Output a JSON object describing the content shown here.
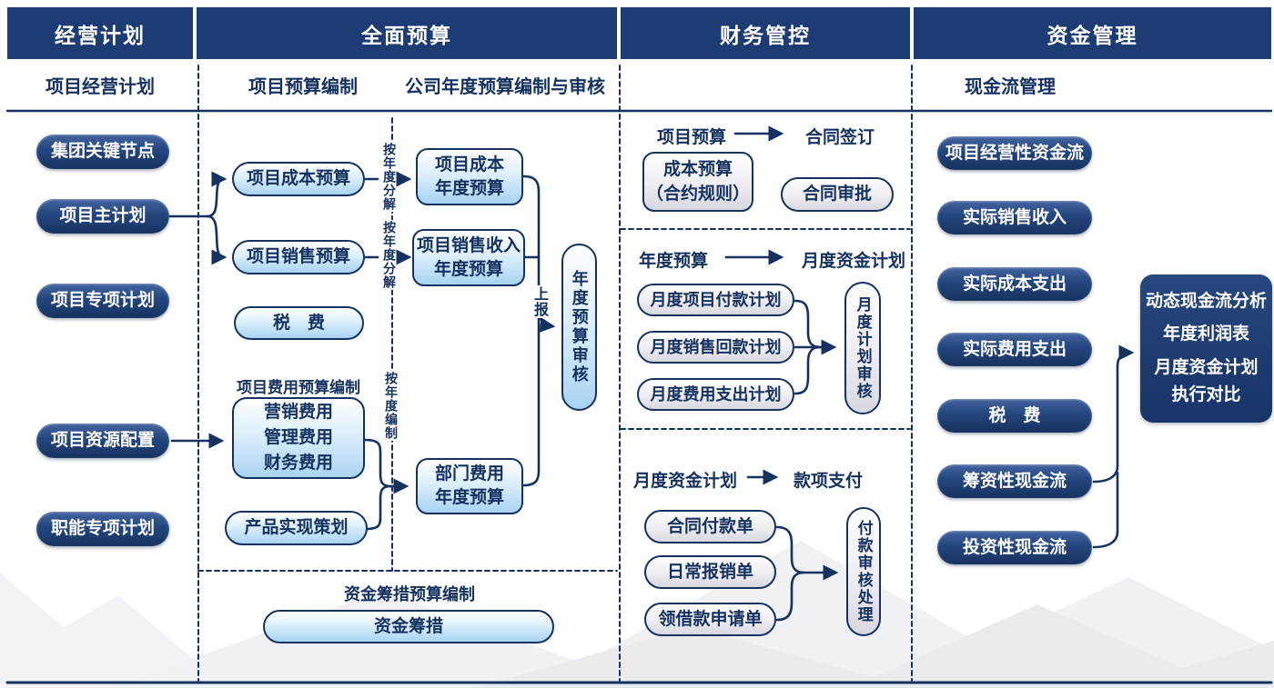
{
  "colors": {
    "navy": "#14315f",
    "header_bg": "#1e3c74",
    "light_blue": "#a9d3f3",
    "gray_fill": "#d7d8e0"
  },
  "header": {
    "columns": [
      "经营计划",
      "全面预算",
      "财务管控",
      "资金管理"
    ]
  },
  "subheaders": {
    "col1": "项目经营计划",
    "col2a": "项目预算编制",
    "col2b": "公司年度预算编制与审核",
    "col4": "现金流管理"
  },
  "business_plan": {
    "items": [
      "集团关键节点",
      "项目主计划",
      "项目专项计划",
      "项目资源配置",
      "职能专项计划"
    ]
  },
  "project_budget": {
    "cost_pill": "项目成本预算",
    "sales_pill": "项目销售预算",
    "tax_pill": "税　费",
    "fee_section_label": "项目费用预算编制",
    "fee_box": [
      "营销费用",
      "管理费用",
      "财务费用"
    ],
    "product_pill": "产品实现策划"
  },
  "annual_budget": {
    "cost_box": [
      "项目成本",
      "年度预算"
    ],
    "sales_box": [
      "项目销售收入",
      "年度预算"
    ],
    "dept_box": [
      "部门费用",
      "年度预算"
    ],
    "review_capsule": "年度预算审核",
    "decompose_label_1": "按年度分解",
    "decompose_label_2": "按年度分解",
    "compile_label": "按年度编制",
    "report_label": "上报"
  },
  "funding": {
    "section_label": "资金筹措预算编制",
    "pill": "资金筹措"
  },
  "finance_control": {
    "section1": {
      "from": "项目预算",
      "to": "合同签订",
      "box": [
        "成本预算",
        "（合约规则）"
      ],
      "pill": "合同审批"
    },
    "section2": {
      "from": "年度预算",
      "to": "月度资金计划",
      "pills": [
        "月度项目付款计划",
        "月度销售回款计划",
        "月度费用支出计划"
      ],
      "capsule": "月度计划审核"
    },
    "section3": {
      "from": "月度资金计划",
      "to": "款项支付",
      "pills": [
        "合同付款单",
        "日常报销单",
        "领借款申请单"
      ],
      "capsule": "付款审核处理"
    }
  },
  "cash_management": {
    "pills": [
      "项目经营性资金流",
      "实际销售收入",
      "实际成本支出",
      "实际费用支出",
      "税　费",
      "筹资性现金流",
      "投资性现金流"
    ],
    "analysis_box": [
      "动态现金流分析",
      "年度利润表",
      "月度资金计划",
      "执行对比"
    ]
  }
}
